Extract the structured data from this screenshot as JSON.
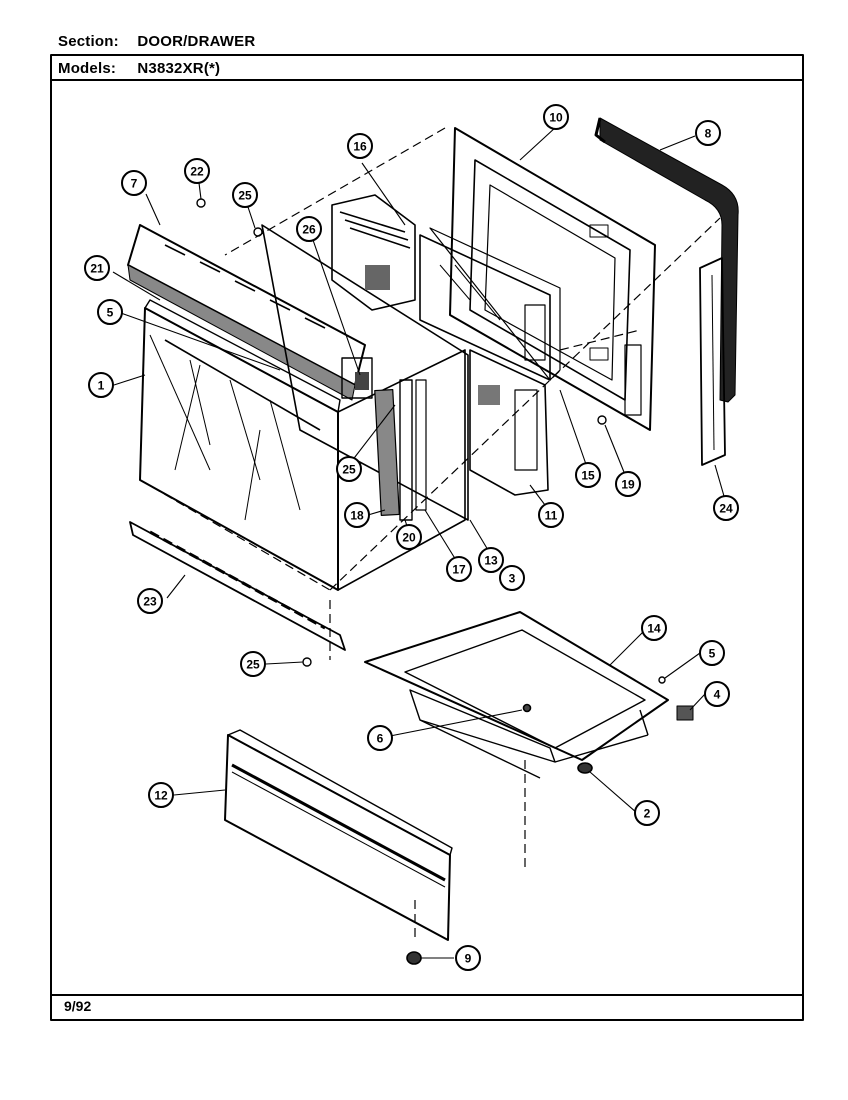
{
  "header": {
    "section_label": "Section:",
    "section_value": "DOOR/DRAWER",
    "models_label": "Models:",
    "models_value": "N3832XR(*)"
  },
  "footer": {
    "date": "9/92"
  },
  "callouts": [
    "1",
    "2",
    "3",
    "4",
    "5",
    "5",
    "6",
    "7",
    "8",
    "9",
    "10",
    "11",
    "12",
    "13",
    "14",
    "15",
    "16",
    "17",
    "18",
    "19",
    "20",
    "21",
    "22",
    "23",
    "24",
    "25",
    "25",
    "25",
    "26"
  ]
}
